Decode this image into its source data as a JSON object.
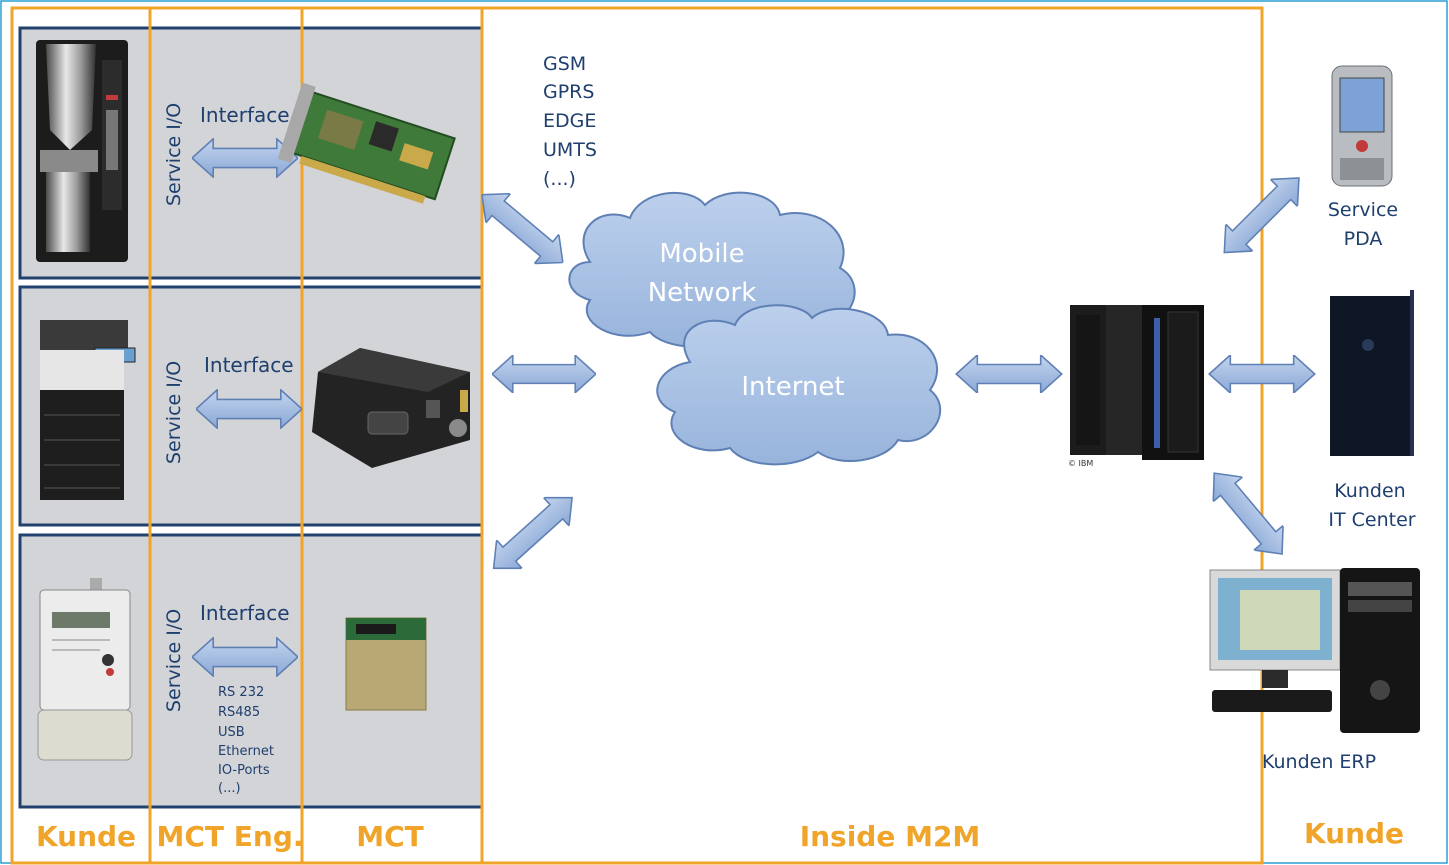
{
  "colors": {
    "accent": "#f0a52a",
    "panel": "#d3d4d7",
    "panel_border": "#21416e",
    "text": "#1f3f6e",
    "arrow": "#9cb5dc",
    "cloud": "#a7c1e2"
  },
  "columns": {
    "kunde_left": "Kunde",
    "mct_eng": "MCT Eng.",
    "mct": "MCT",
    "inside_m2m": "Inside M2M",
    "kunde_right": "Kunde"
  },
  "rows": [
    {
      "device": "coffee-machine",
      "side_label": "Service I/O",
      "interface_label": "Interface",
      "module": "pci-card"
    },
    {
      "device": "copier",
      "side_label": "Service I/O",
      "interface_label": "Interface",
      "module": "modem-box"
    },
    {
      "device": "electricity-meter",
      "side_label": "Service I/O",
      "interface_label": "Interface",
      "module": "embedded-module",
      "ports": [
        "RS 232",
        "RS485",
        "USB",
        "Ethernet",
        "IO-Ports",
        "(...)"
      ]
    }
  ],
  "networks": {
    "radio_standards": [
      "GSM",
      "GPRS",
      "EDGE",
      "UMTS",
      "(...)"
    ],
    "mobile_cloud": [
      "Mobile",
      "Network"
    ],
    "internet_cloud": "Internet"
  },
  "server": {
    "credit": "© IBM"
  },
  "customer": {
    "pda": [
      "Service",
      "PDA"
    ],
    "it_center": [
      "Kunden",
      "IT Center"
    ],
    "erp": "Kunden ERP"
  },
  "icons": {
    "server": "mainframe-server-icon",
    "pda": "handheld-pda-icon",
    "it_center": "tower-server-icon",
    "erp": "desktop-computer-icon"
  }
}
